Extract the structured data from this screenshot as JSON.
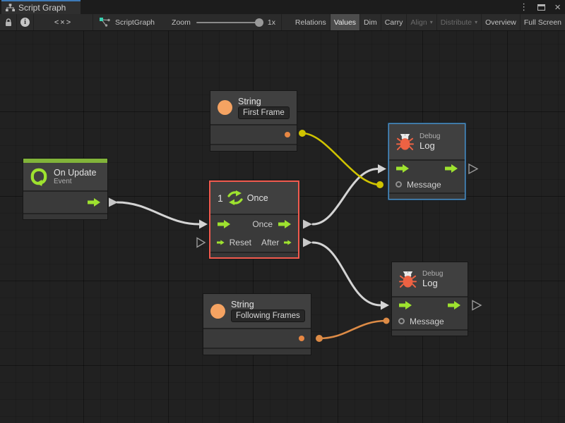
{
  "window": {
    "tab_title": "Script Graph",
    "controls": {
      "menu_glyph": "⋮",
      "close_glyph": "×"
    }
  },
  "toolbar": {
    "code_glyph": "<×>",
    "breadcrumb": "ScriptGraph",
    "zoom_label": "Zoom",
    "zoom_value": "1x",
    "caret_glyph": "▾",
    "buttons": {
      "relations": "Relations",
      "values": "Values",
      "dim": "Dim",
      "carry": "Carry",
      "align": "Align",
      "distribute": "Distribute",
      "overview": "Overview",
      "fullscreen": "Full Screen"
    }
  },
  "graph": {
    "nodes": {
      "string_first": {
        "title": "String",
        "value": "First Frame"
      },
      "on_update": {
        "title": "On Update",
        "subtitle": "Event"
      },
      "once": {
        "count": "1",
        "title": "Once",
        "port_once": "Once",
        "port_reset": "Reset",
        "port_after": "After"
      },
      "debug_log_top": {
        "subtitle": "Debug",
        "title": "Log",
        "port_message": "Message"
      },
      "debug_log_bottom": {
        "subtitle": "Debug",
        "title": "Log",
        "port_message": "Message"
      },
      "string_following": {
        "title": "String",
        "value": "Following Frames"
      }
    }
  },
  "colors": {
    "accent_green": "#9ee22f",
    "header_strip_green": "#82b43a",
    "selection_red": "#f25a4e",
    "selection_blue": "#4a90c8",
    "wire_yellow": "#d0c400",
    "wire_orange": "#dd8b46",
    "wire_white": "#d4d4d4",
    "string_orange": "#f5a362",
    "bug_orange": "#ed6243"
  }
}
